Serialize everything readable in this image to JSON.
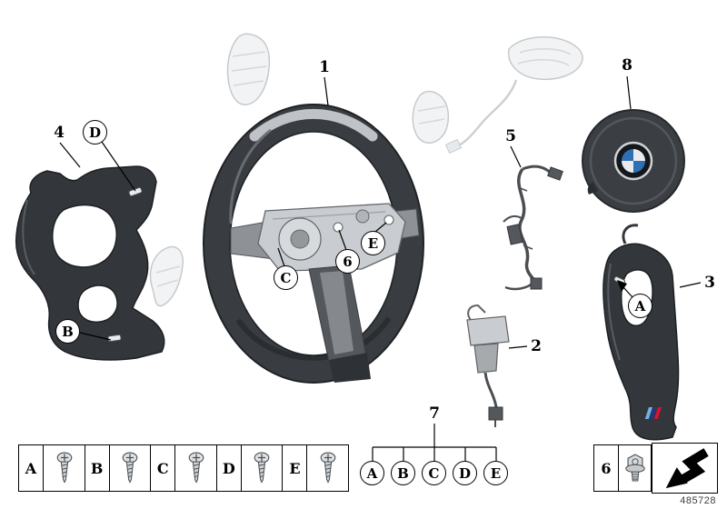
{
  "doc_number": "485728",
  "callouts": {
    "n1": "1",
    "n2": "2",
    "n3": "3",
    "n4": "4",
    "n5": "5",
    "n6": "6",
    "n7": "7",
    "n8": "8",
    "A": "A",
    "B": "B",
    "C": "C",
    "D": "D",
    "E": "E"
  },
  "group7": {
    "members": [
      "A",
      "B",
      "C",
      "D",
      "E"
    ]
  },
  "legend": {
    "fasteners": [
      {
        "label": "A",
        "icon": "screw-icon"
      },
      {
        "label": "B",
        "icon": "screw-icon"
      },
      {
        "label": "C",
        "icon": "screw-icon"
      },
      {
        "label": "D",
        "icon": "screw-icon"
      },
      {
        "label": "E",
        "icon": "screw-icon"
      }
    ],
    "bolt": {
      "label": "6",
      "icon": "hex-bolt-icon"
    },
    "xref": {
      "icon": "continue-arrow-icon"
    }
  },
  "colors": {
    "part_dark": "#33363a",
    "hub_metal": "#c9ccd0",
    "bmw_blue": "#2f6fb4",
    "m_lightblue": "#6db2e2",
    "m_darkblue": "#24377e",
    "m_red": "#d6152c"
  }
}
